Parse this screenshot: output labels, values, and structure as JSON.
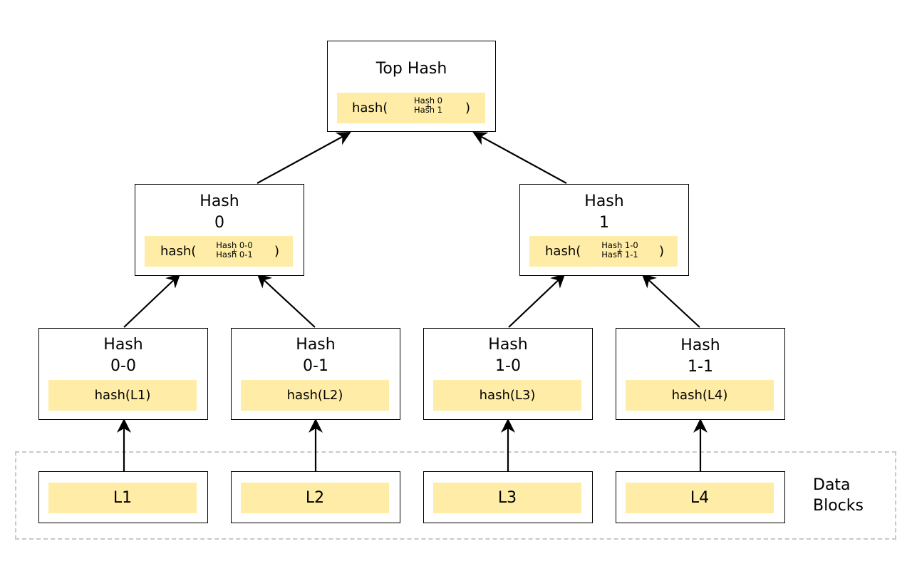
{
  "diagram": {
    "top": {
      "title": "Top Hash",
      "fn": "hash(",
      "arg1": "Hash 0",
      "plus": "+",
      "arg2": "Hash 1",
      "close": ")"
    },
    "level1": [
      {
        "title": "Hash\n0",
        "fn": "hash(",
        "arg1": "Hash 0-0",
        "plus": "+",
        "arg2": "Hash 0-1",
        "close": ")"
      },
      {
        "title": "Hash\n1",
        "fn": "hash(",
        "arg1": "Hash 1-0",
        "plus": "+",
        "arg2": "Hash 1-1",
        "close": ")"
      }
    ],
    "leaves": [
      {
        "title": "Hash\n0-0",
        "formula": "hash(L1)"
      },
      {
        "title": "Hash\n0-1",
        "formula": "hash(L2)"
      },
      {
        "title": "Hash\n1-0",
        "formula": "hash(L3)"
      },
      {
        "title": "Hash\n1-1",
        "formula": "hash(L4)"
      }
    ],
    "data_blocks": {
      "label": "Data\nBlocks",
      "items": [
        "L1",
        "L2",
        "L3",
        "L4"
      ]
    },
    "colors": {
      "formula_fill": "#ffeca6",
      "group_border": "#c9c9c9",
      "stroke": "#000000"
    }
  }
}
